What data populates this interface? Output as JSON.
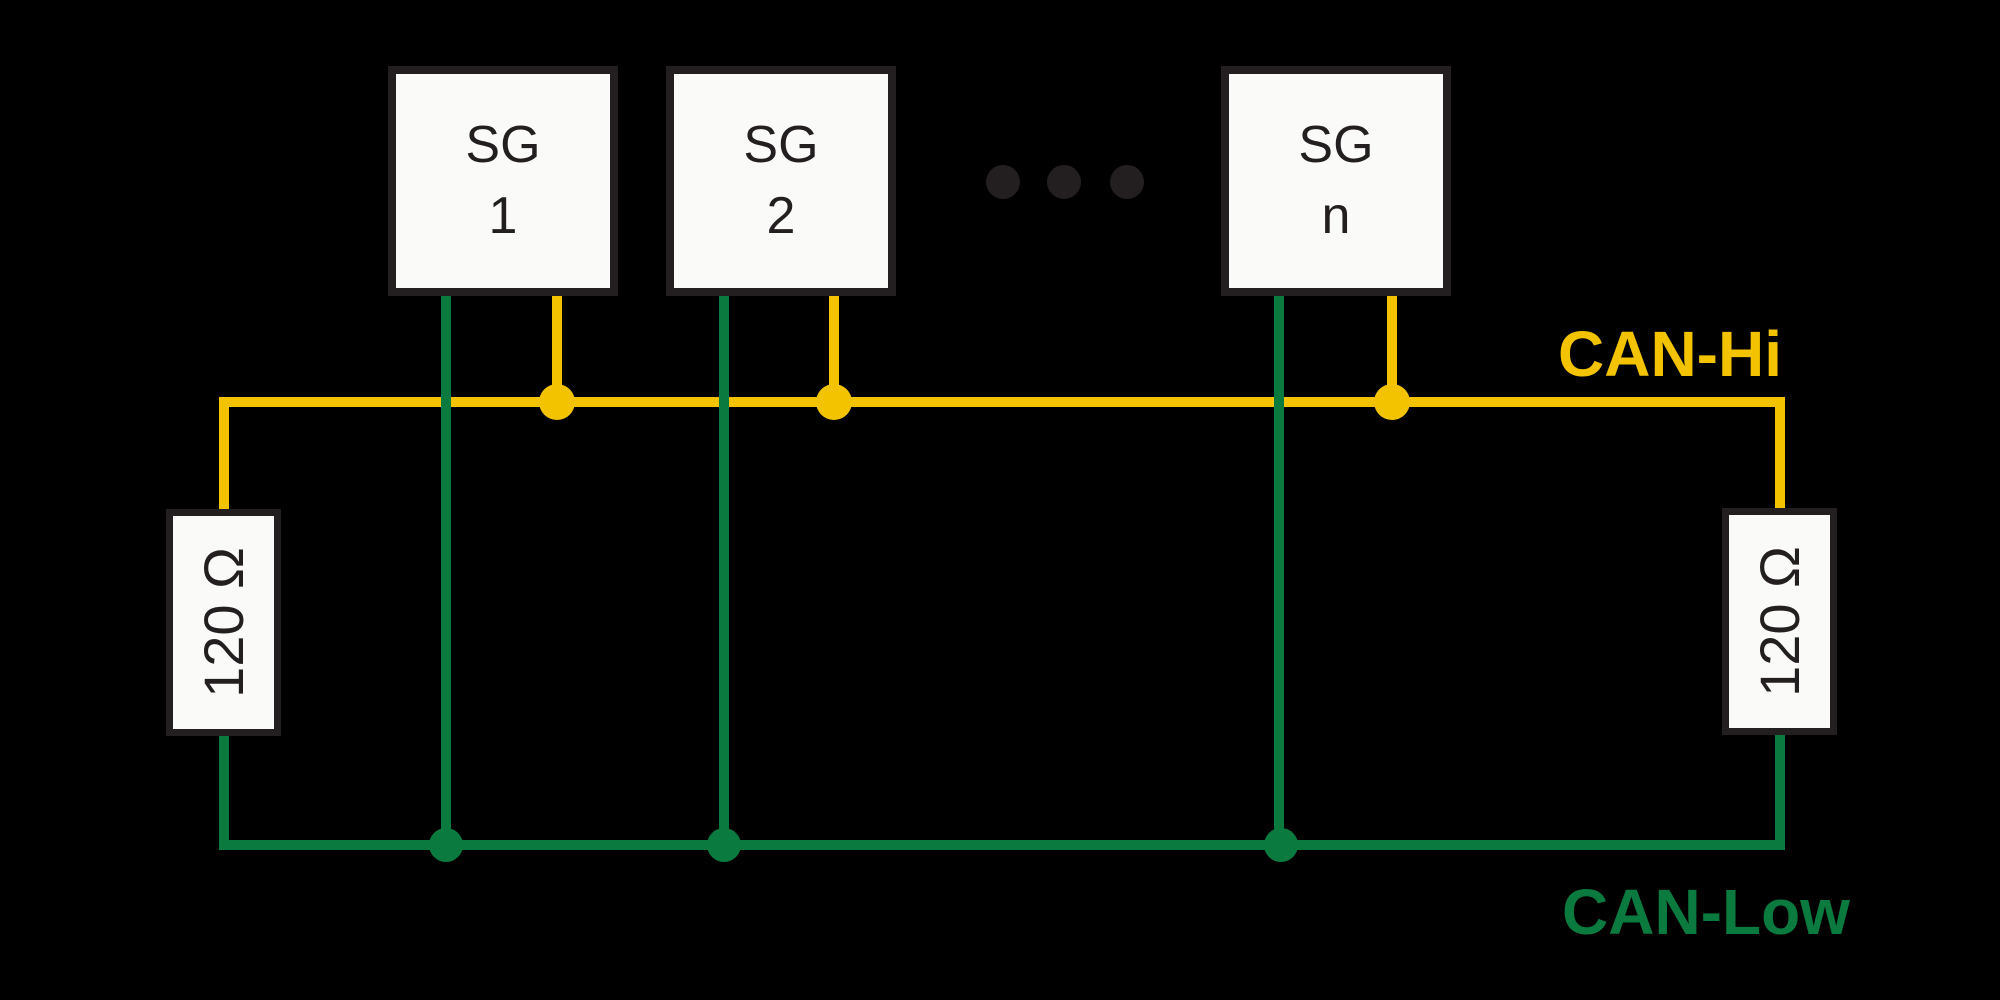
{
  "diagram": {
    "type": "CAN bus wiring schematic",
    "nodes": [
      {
        "name": "SG 1",
        "line1": "SG",
        "line2": "1"
      },
      {
        "name": "SG 2",
        "line1": "SG",
        "line2": "2"
      },
      {
        "name": "SG n",
        "line1": "SG",
        "line2": "n"
      }
    ],
    "ellipsis_dots": 3,
    "buses": [
      {
        "id": "can_hi",
        "label": "CAN-Hi",
        "color": "#F3C300"
      },
      {
        "id": "can_low",
        "label": "CAN-Low",
        "color": "#0A7A3E"
      }
    ],
    "terminators": [
      {
        "side": "left",
        "label": "120 Ω"
      },
      {
        "side": "right",
        "label": "120 Ω"
      }
    ],
    "colors": {
      "background": "#000000",
      "outline": "#231F20",
      "box_fill": "#FAFAF8",
      "can_hi": "#F3C300",
      "can_low": "#0A7A3E"
    }
  }
}
